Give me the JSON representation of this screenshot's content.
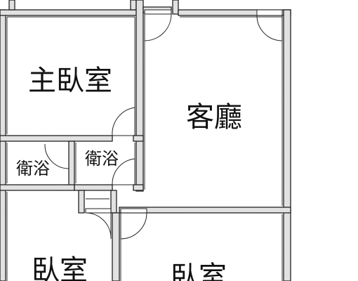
{
  "floor_plan": {
    "rooms": [
      {
        "id": "master_bedroom",
        "label": "主臥室"
      },
      {
        "id": "living_room",
        "label": "客廳"
      },
      {
        "id": "bathroom_left",
        "label": "衛浴"
      },
      {
        "id": "bathroom_right",
        "label": "衛浴"
      },
      {
        "id": "bedroom_left",
        "label": "臥室"
      },
      {
        "id": "bedroom_right",
        "label": "臥室"
      }
    ],
    "colors": {
      "wall_fill": "#e6e6e6",
      "line": "#222222",
      "text": "#111111",
      "background": "#ffffff"
    }
  }
}
